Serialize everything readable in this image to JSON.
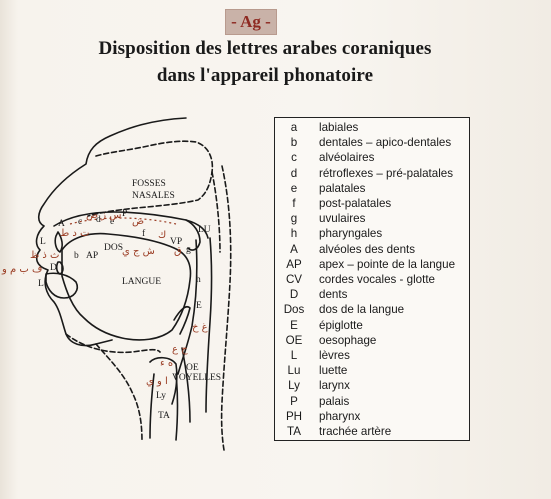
{
  "badge": "- Ag -",
  "title": {
    "line1": "Disposition des lettres arabes coraniques",
    "line2": "dans l'appareil phonatoire"
  },
  "diagram": {
    "labels": {
      "fosses_nasales_1": "FOSSES",
      "fosses_nasales_2": "NASALES",
      "langue": "LANGUE",
      "voyelles": "VOYELLES",
      "dos": "DOS",
      "a": "A",
      "l_top": "L",
      "l_bottom": "L",
      "b": "b",
      "ap": "AP",
      "c": "c",
      "d": "d",
      "e_small": "e",
      "p": "P",
      "f": "f",
      "vp": "VP",
      "g": "g",
      "lu": "LU",
      "h": "h",
      "e_cap": "E",
      "oe": "OE",
      "ly": "Ly",
      "ta": "TA",
      "d_cap": "D"
    },
    "arabic": {
      "lips": "ف ب م و",
      "teeth": "ث ذ ظ",
      "dental": "ت د ط",
      "alveolar": "س ز ص",
      "palatal_1": "ض",
      "palatal_2": "ش ج ي",
      "velar_1": "ك",
      "velar_2": "ق",
      "uvular": "غ خ",
      "pharyngeal": "ح ع",
      "glottal": "ه ء",
      "vowels": "ا و ي"
    },
    "colors": {
      "ink": "#1a1a1a",
      "arabic": "#9a3b22"
    }
  },
  "legend": {
    "rows": [
      {
        "abbr": "a",
        "desc": "labiales"
      },
      {
        "abbr": "b",
        "desc": "dentales – apico-dentales"
      },
      {
        "abbr": "c",
        "desc": "alvéolaires"
      },
      {
        "abbr": "d",
        "desc": "rétroflexes – pré-palatales"
      },
      {
        "abbr": "e",
        "desc": "palatales"
      },
      {
        "abbr": "f",
        "desc": "post-palatales"
      },
      {
        "abbr": "g",
        "desc": "uvulaires"
      },
      {
        "abbr": "h",
        "desc": "pharyngales"
      },
      {
        "abbr": "A",
        "desc": "alvéoles des dents"
      },
      {
        "abbr": "AP",
        "desc": "apex – pointe de la langue"
      },
      {
        "abbr": "CV",
        "desc": "cordes vocales - glotte"
      },
      {
        "abbr": "D",
        "desc": "dents"
      },
      {
        "abbr": "Dos",
        "desc": "dos de la langue"
      },
      {
        "abbr": "E",
        "desc": "épiglotte"
      },
      {
        "abbr": "OE",
        "desc": "oesophage"
      },
      {
        "abbr": "L",
        "desc": "lèvres"
      },
      {
        "abbr": "Lu",
        "desc": "luette"
      },
      {
        "abbr": "Ly",
        "desc": "larynx"
      },
      {
        "abbr": "P",
        "desc": "palais"
      },
      {
        "abbr": "PH",
        "desc": "pharynx"
      },
      {
        "abbr": "TA",
        "desc": "trachée artère"
      }
    ]
  }
}
